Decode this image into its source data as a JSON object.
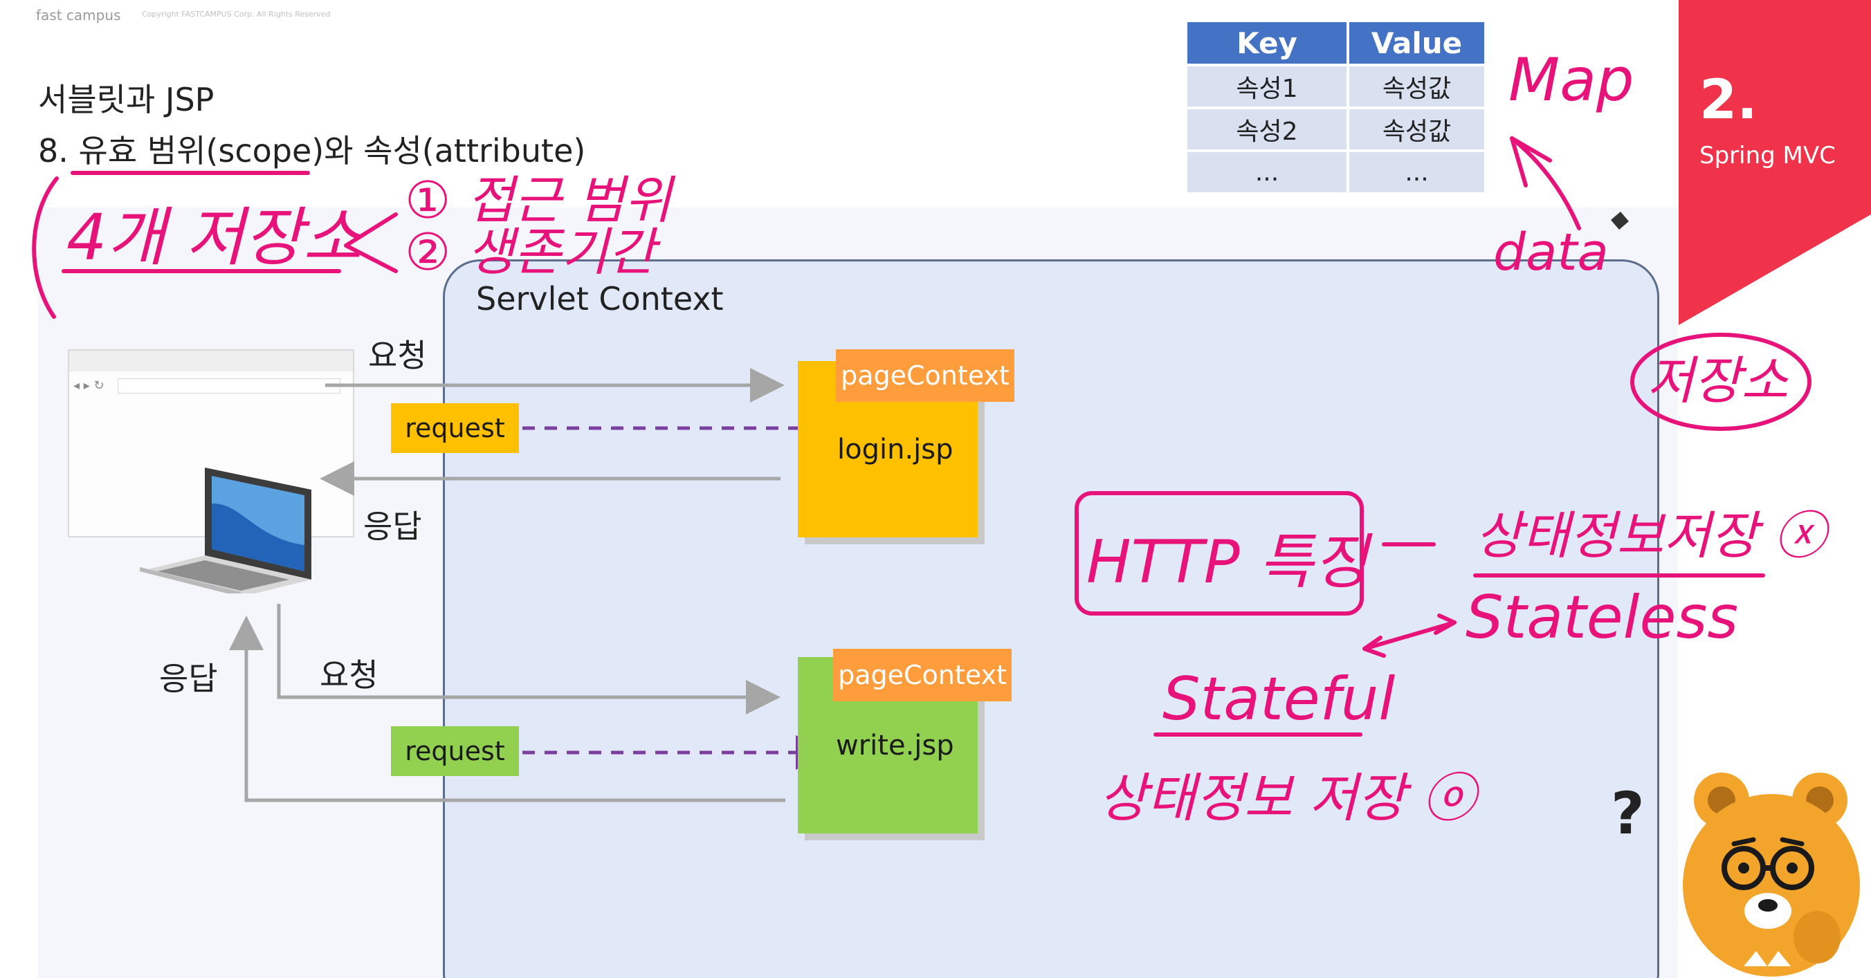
{
  "header": {
    "brand": "fast campus",
    "copyright": "Copyright FASTCAMPUS Corp. All Rights Reserved",
    "subtitle": "서블릿과 JSP",
    "title": "8. 유효 범위(scope)와 속성(attribute)"
  },
  "map_table": {
    "headers": [
      "Key",
      "Value"
    ],
    "rows": [
      [
        "속성1",
        "속성값"
      ],
      [
        "속성2",
        "속성값"
      ],
      [
        "...",
        "..."
      ]
    ]
  },
  "side_panel": {
    "number": "2.",
    "label": "Spring MVC",
    "color": "#f0334a"
  },
  "diagram": {
    "container_title": "Servlet Context",
    "top_request_label": "요청",
    "top_response_label": "응답",
    "bottom_request_label": "요청",
    "bottom_response_label": "응답",
    "login_request": "request",
    "write_request": "request",
    "login_page": "login.jsp",
    "write_page": "write.jsp",
    "login_context": "pageContext",
    "write_context": "pageContext"
  },
  "annotations": {
    "map": "Map",
    "data": "data",
    "four_storages": "4개 저장소",
    "point_1": "① 접근 범위",
    "point_2": "② 생존기간",
    "storage": "저장소",
    "http_feature": "HTTP 특징",
    "no_state_storage": "상태정보저장 ⓧ",
    "stateless": "Stateless",
    "stateful": "Stateful",
    "state_storage_yes": "상태정보 저장 ⓞ",
    "question": "?"
  },
  "colors": {
    "ink": "#e8137a",
    "table_header": "#4472c4",
    "table_cell": "#d9e0ef",
    "login_color": "#ffc000",
    "write_color": "#92d050",
    "page_context": "#ff9d3c",
    "arrow": "#a6a6a6",
    "dashed_arrow": "#7b3fa0"
  }
}
